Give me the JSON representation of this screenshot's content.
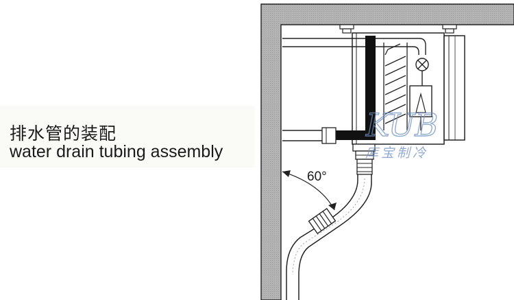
{
  "caption": {
    "title_zh": "排水管的装配",
    "title_en": "water drain tubing assembly"
  },
  "diagram": {
    "angle_label": "60°",
    "watermark": {
      "latin": "KUB",
      "zh": "库宝制冷"
    }
  },
  "colors": {
    "wall_fill": "#b3b3b3",
    "line": "#222222",
    "background": "#ffffff",
    "watermark": "#6f8fbf"
  }
}
